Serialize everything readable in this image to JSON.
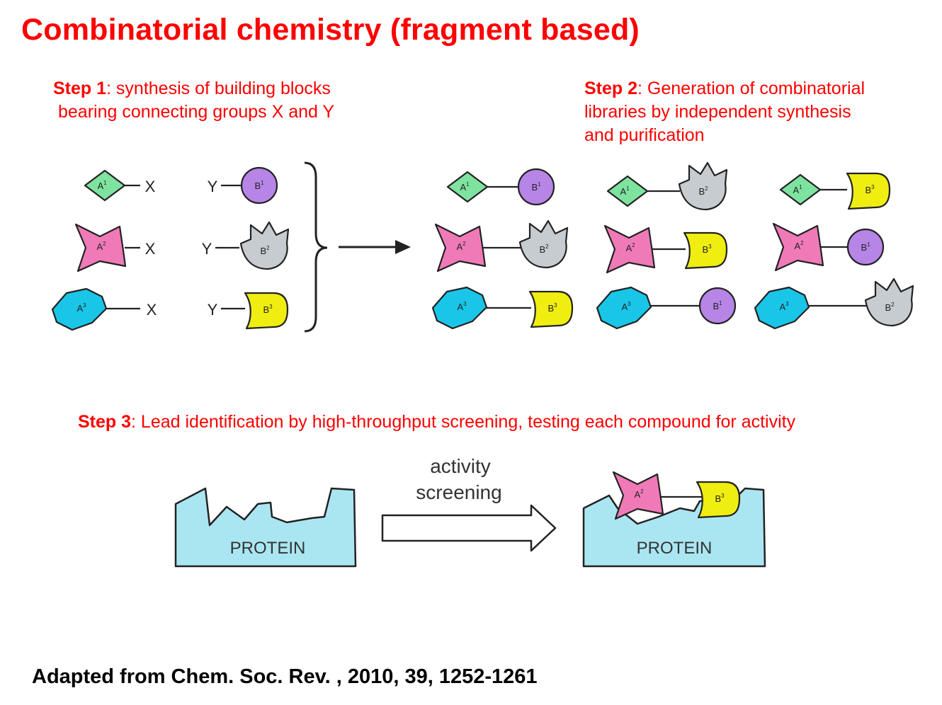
{
  "title": "Combinatorial chemistry (fragment based)",
  "step1": {
    "bold": "Step 1",
    "line1": ": synthesis of building blocks",
    "line2": "bearing connecting groups X and Y"
  },
  "step2": {
    "bold": "Step 2",
    "line1": ": Generation of combinatorial",
    "line2": "libraries by independent synthesis",
    "line3": "and purification"
  },
  "step3": {
    "bold": "Step 3",
    "text": ": Lead identification by high-throughput screening, testing each compound for activity"
  },
  "connectors": {
    "x": "X",
    "y": "Y"
  },
  "fragments": {
    "a": "A",
    "b": "B",
    "n1": "1",
    "n2": "2",
    "n3": "3"
  },
  "screening": {
    "line1": "activity",
    "line2": "screening",
    "protein": "PROTEIN"
  },
  "citation": "Adapted from Chem. Soc. Rev. , 2010, 39, 1252-1261",
  "colors": {
    "title": "#ff0000",
    "a1": "#7fe3a0",
    "a2": "#f07ab8",
    "a3": "#19c6e8",
    "b1": "#b685e6",
    "b2": "#c6cccf",
    "b3": "#f0ee10",
    "protein": "#aae6f2"
  }
}
